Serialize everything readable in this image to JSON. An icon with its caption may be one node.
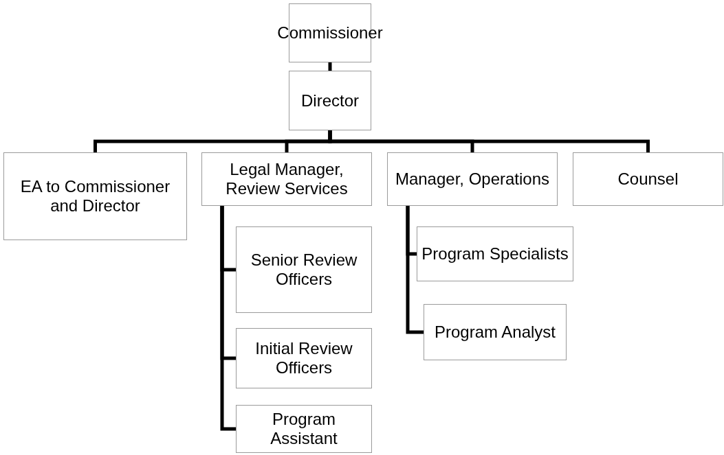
{
  "diagram": {
    "nodes": [
      {
        "text": [
          "Commissioner"
        ]
      },
      {
        "text": [
          "Director"
        ]
      },
      {
        "text": [
          "EA to Commissioner and Director"
        ]
      },
      {
        "text": [
          "Legal Manager, Review Services"
        ]
      },
      {
        "text": [
          "Manager, Operations"
        ]
      },
      {
        "text": [
          "Counsel"
        ]
      },
      {
        "text": [
          "Senior Review Officers"
        ]
      },
      {
        "text": [
          "Initial Review Officers"
        ]
      },
      {
        "text": [
          "Program Assistant"
        ]
      },
      {
        "text": [
          "Program Specialists"
        ]
      },
      {
        "text": [
          "Program Analyst"
        ]
      }
    ],
    "edges": [
      {
        "from": 0,
        "to": 1,
        "arrow": "none"
      },
      {
        "from": 1,
        "to": 2,
        "arrow": "none"
      },
      {
        "from": 1,
        "to": 3,
        "arrow": "none"
      },
      {
        "from": 1,
        "to": 4,
        "arrow": "none"
      },
      {
        "from": 1,
        "to": 5,
        "arrow": "none"
      },
      {
        "from": 3,
        "to": 6,
        "arrow": "none"
      },
      {
        "from": 3,
        "to": 7,
        "arrow": "none"
      },
      {
        "from": 3,
        "to": 8,
        "arrow": "none"
      },
      {
        "from": 4,
        "to": 9,
        "arrow": "none"
      },
      {
        "from": 4,
        "to": 10,
        "arrow": "none"
      }
    ]
  }
}
